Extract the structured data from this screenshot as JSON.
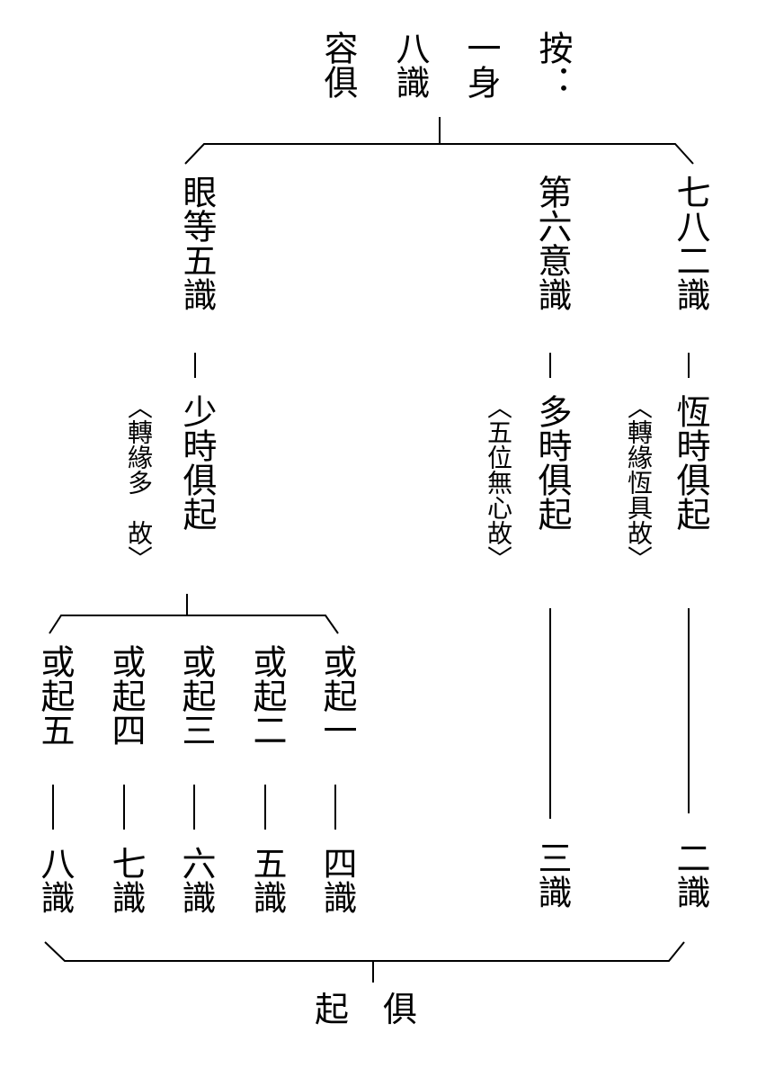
{
  "header": {
    "columns": [
      "按：",
      "一身",
      "八識",
      "容俱"
    ]
  },
  "branches": {
    "five": {
      "title": "眼等五識",
      "result": "少時俱起",
      "note": "〈轉緣多　故〉"
    },
    "sixth": {
      "title": "第六意識",
      "result": "多時俱起",
      "note": "〈五位無心故〉",
      "count": "三識"
    },
    "seventh_eighth": {
      "title": "七八二識",
      "result": "恆時俱起",
      "note": "〈轉緣恆具故〉",
      "count": "二識"
    }
  },
  "sub_branches": [
    {
      "cond": "或起一",
      "count": "四識"
    },
    {
      "cond": "或起二",
      "count": "五識"
    },
    {
      "cond": "或起三",
      "count": "六識"
    },
    {
      "cond": "或起四",
      "count": "七識"
    },
    {
      "cond": "或起五",
      "count": "八識"
    }
  ],
  "footer": {
    "text": "起　俱"
  }
}
